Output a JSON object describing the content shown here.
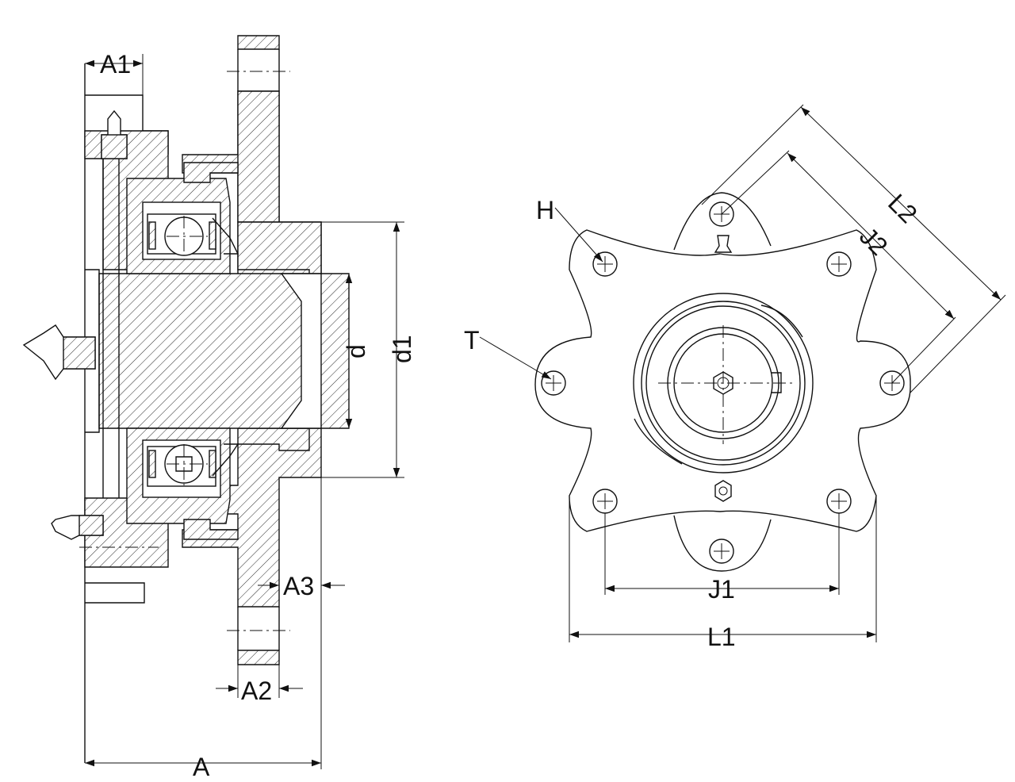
{
  "labels": {
    "A1": "A1",
    "A": "A",
    "A2": "A2",
    "A3": "A3",
    "d": "d",
    "d1": "d1",
    "H": "H",
    "T": "T",
    "J1": "J1",
    "J2": "J2",
    "L1": "L1",
    "L2": "L2"
  }
}
